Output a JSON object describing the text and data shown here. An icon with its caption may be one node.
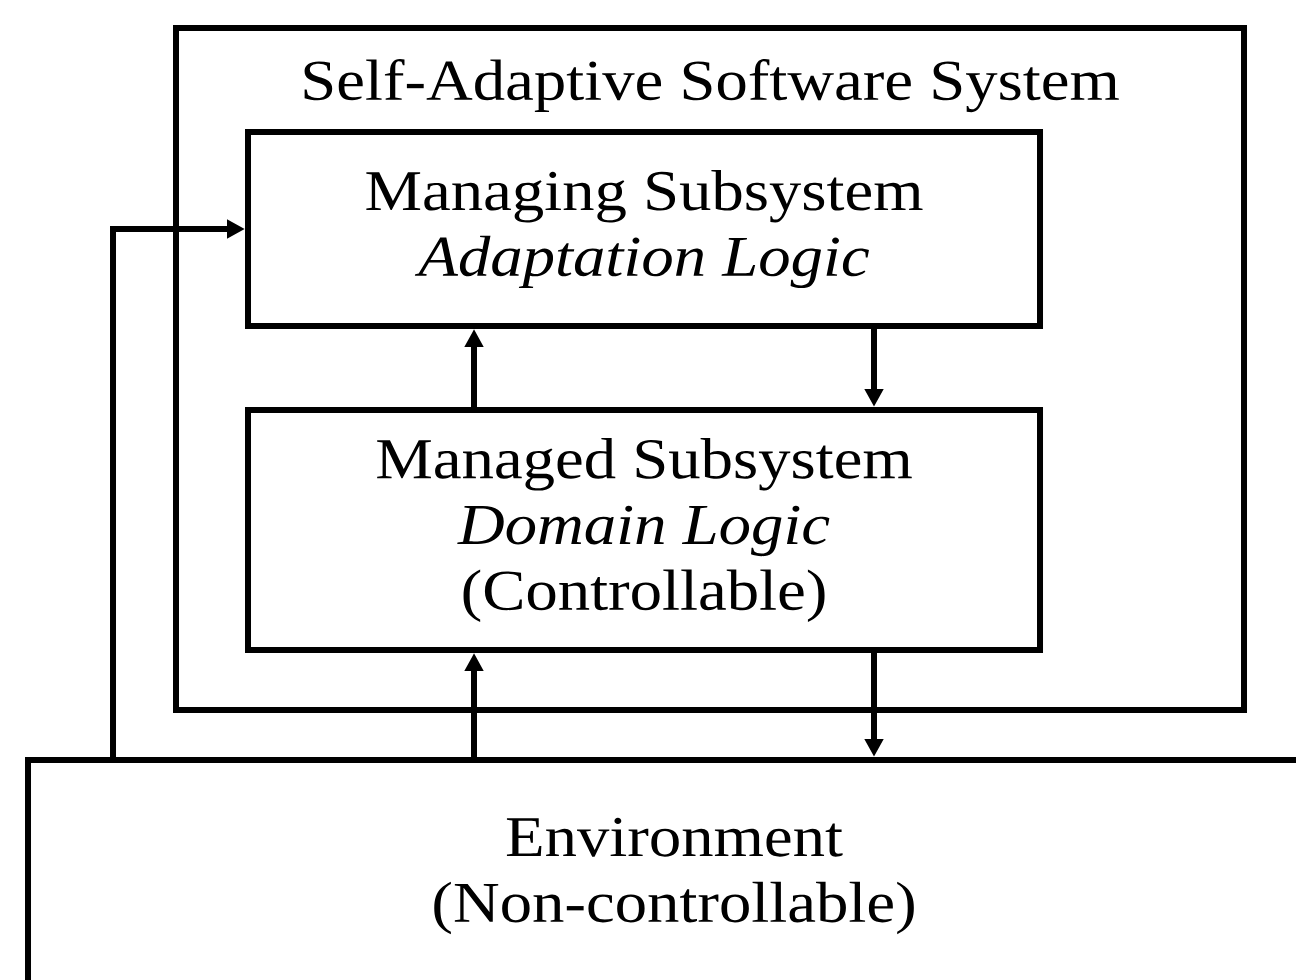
{
  "diagram": {
    "nodes": [
      {
        "text": [
          "Self-Adaptive Software System"
        ]
      },
      {
        "text": [
          "Managing Subsystem",
          "Adaptation Logic"
        ],
        "in": 0
      },
      {
        "text": [
          "Managed Subsystem",
          "Domain Logic",
          "(Controllable)"
        ],
        "in": 0
      },
      {
        "text": [
          "Environment",
          "(Non-controllable)"
        ]
      }
    ],
    "edges": [
      {
        "from": 2,
        "to": 1,
        "arrow": "to"
      },
      {
        "from": 1,
        "to": 2,
        "arrow": "to"
      },
      {
        "from": 3,
        "to": 2,
        "arrow": "to"
      },
      {
        "from": 2,
        "to": 3,
        "arrow": "to"
      },
      {
        "from": 3,
        "to": 1,
        "arrow": "to"
      }
    ]
  }
}
